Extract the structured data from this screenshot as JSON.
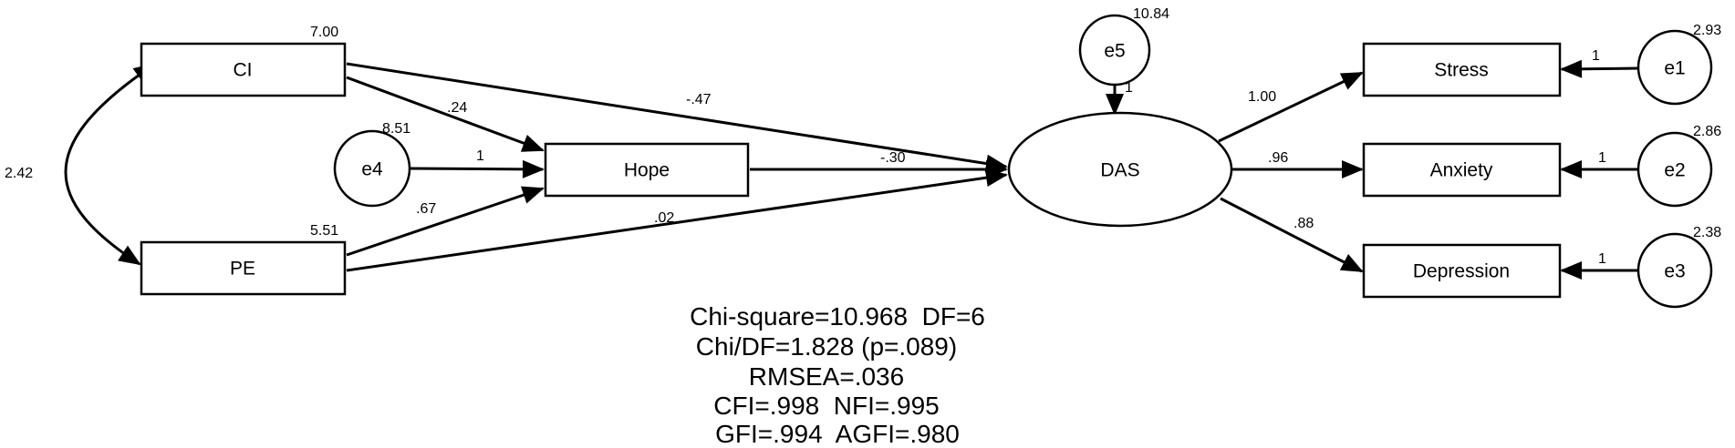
{
  "nodes": {
    "ci": "CI",
    "pe": "PE",
    "hope": "Hope",
    "das": "DAS",
    "stress": "Stress",
    "anxiety": "Anxiety",
    "depression": "Depression",
    "e1": "e1",
    "e2": "e2",
    "e3": "e3",
    "e4": "e4",
    "e5": "e5"
  },
  "variances": {
    "ci": "7.00",
    "pe": "5.51",
    "e4": "8.51",
    "e5": "10.84",
    "e1": "2.93",
    "e2": "2.86",
    "e3": "2.38"
  },
  "paths": {
    "ci_pe_cov": "2.42",
    "ci_hope": ".24",
    "pe_hope": ".67",
    "ci_das": "-.47",
    "hope_das": "-.30",
    "pe_das": ".02",
    "e4_hope": "1",
    "e5_das": "1",
    "das_stress": "1.00",
    "das_anxiety": ".96",
    "das_depression": ".88",
    "e1_stress": "1",
    "e2_anxiety": "1",
    "e3_depression": "1"
  },
  "fit_indices": {
    "line1": "Chi-square=10.968  DF=6",
    "line2": "Chi/DF=1.828 (p=.089)",
    "line3": "RMSEA=.036",
    "line4": "CFI=.998  NFI=.995",
    "line5": "GFI=.994  AGFI=.980"
  }
}
